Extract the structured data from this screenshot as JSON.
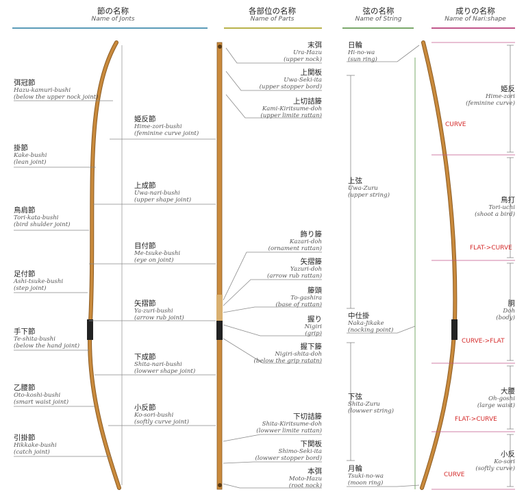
{
  "headers": {
    "joints": {
      "jp": "節の名称",
      "en": "Name of Jonts"
    },
    "parts": {
      "jp": "各部位の名称",
      "en": "Name of Parts"
    },
    "string": {
      "jp": "弦の名称",
      "en": "Name of String"
    },
    "shape": {
      "jp": "成りの名称",
      "en": "Name of Nari:shape"
    }
  },
  "colors": {
    "joints_rule": "#5a9bb8",
    "parts_rule": "#b8b24a",
    "string_rule": "#7aa86a",
    "shape_rule": "#c0558a",
    "curve_label": "#d42a2a",
    "bow_wood": "#c98a3c",
    "leader": "#888888"
  },
  "joints": [
    {
      "jp": "弭冠節",
      "en": "Hazu-kamuri-bushi",
      "desc": "(below the upper nock joint)"
    },
    {
      "jp": "掛節",
      "en": "Kake-bushi",
      "desc": "(lean joint)"
    },
    {
      "jp": "鳥肩節",
      "en": "Tori-kata-bushi",
      "desc": "(bird shulder joint)"
    },
    {
      "jp": "足付節",
      "en": "Ashi-tsuke-bushi",
      "desc": "(step joint)"
    },
    {
      "jp": "手下節",
      "en": "Te-shita-bushi",
      "desc": "(below the hand joint)"
    },
    {
      "jp": "乙腰節",
      "en": "Oto-koshi-bushi",
      "desc": "(smart waist joint)"
    },
    {
      "jp": "引掛節",
      "en": "Hikkake-bushi",
      "desc": "(catch joint)"
    }
  ],
  "joints_inner": [
    {
      "jp": "姫反節",
      "en": "Hime-zori-bushi",
      "desc": "(feminine curve joint)"
    },
    {
      "jp": "上成節",
      "en": "Uwa-nari-bushi",
      "desc": "(upper shape joint)"
    },
    {
      "jp": "目付節",
      "en": "Me-tsuke-bushi",
      "desc": "(eye on joint)"
    },
    {
      "jp": "矢摺節",
      "en": "Ya-zuri-bushi",
      "desc": "(arrow rub joint)"
    },
    {
      "jp": "下成節",
      "en": "Shita-nari-bushi",
      "desc": "(lowwer shape joint)"
    },
    {
      "jp": "小反節",
      "en": "Ko-sori-bushi",
      "desc": "(softly curve joint)"
    }
  ],
  "parts": [
    {
      "jp": "末弭",
      "en": "Ura-Hazu",
      "desc": "(upper nock)"
    },
    {
      "jp": "上関板",
      "en": "Uwa-Seki-ita",
      "desc": "(upper stopper bord)"
    },
    {
      "jp": "上切詰籐",
      "en": "Kami-Kiritsume-doh",
      "desc": "(upper limite rattan)"
    },
    {
      "jp": "飾り籐",
      "en": "Kazari-doh",
      "desc": "(ornament rattan)"
    },
    {
      "jp": "矢摺籐",
      "en": "Yazuri-doh",
      "desc": "(arrow rub rattan)"
    },
    {
      "jp": "籐頭",
      "en": "To-gashira",
      "desc": "(base of rattan)"
    },
    {
      "jp": "握り",
      "en": "Nigiri",
      "desc": "(grip)"
    },
    {
      "jp": "握下籐",
      "en": "Nigiri-shita-doh",
      "desc": "(below the grip ratatn)"
    },
    {
      "jp": "下切詰籐",
      "en": "Shita-Kiritsume-doh",
      "desc": "(lowwer limite rattan)"
    },
    {
      "jp": "下関板",
      "en": "Shimo-Seki-ita",
      "desc": "(lowwer stopper bord)"
    },
    {
      "jp": "本弭",
      "en": "Moto-Hazu",
      "desc": "(root nock)"
    }
  ],
  "strings": [
    {
      "jp": "日輪",
      "en": "Hi-no-wa",
      "desc": "(sun ring)"
    },
    {
      "jp": "上弦",
      "en": "Uwa-Zuru",
      "desc": "(upper string)"
    },
    {
      "jp": "中仕掛",
      "en": "Naka-Jikake",
      "desc": "(nocking point)"
    },
    {
      "jp": "下弦",
      "en": "Shita-Zuru",
      "desc": "(lowwer string)"
    },
    {
      "jp": "月輪",
      "en": "Tsuki-no-wa",
      "desc": "(moon ring)"
    }
  ],
  "shapes": [
    {
      "jp": "姫反",
      "en": "Hime-zori",
      "desc": "(feminine curve)",
      "transition": "CURVE"
    },
    {
      "jp": "鳥打",
      "en": "Tori-uchi",
      "desc": "(shoot a bird)",
      "transition": "FLAT->CURVE"
    },
    {
      "jp": "胴",
      "en": "Doh",
      "desc": "(body)",
      "transition": "CURVE->FLAT"
    },
    {
      "jp": "大腰",
      "en": "Oh-goshi",
      "desc": "(large waist)",
      "transition": "FLAT->CURVE"
    },
    {
      "jp": "小反",
      "en": "Ko-sori",
      "desc": "(softly curve)",
      "transition": "CURVE"
    }
  ]
}
